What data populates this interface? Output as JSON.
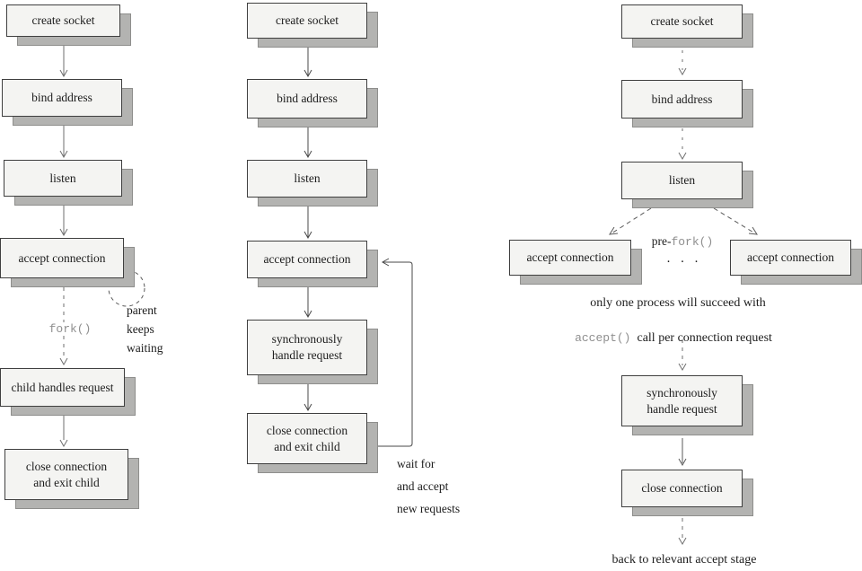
{
  "colors": {
    "box_fill": "#f4f4f2",
    "box_border": "#3f3f3f",
    "shadow_fill": "#b3b3b1",
    "arrow_dark": "#484848",
    "arrow_light": "#6f6f6f",
    "mono_gray": "#8f8f8f",
    "text": "#1c1c1c"
  },
  "col1": {
    "boxes": [
      "create socket",
      "bind address",
      "listen",
      "accept connection",
      "child handles request",
      "close connection\nand exit child"
    ],
    "fork_label": "fork()",
    "parent_note": "parent\nkeeps\nwaiting"
  },
  "col2": {
    "boxes": [
      "create socket",
      "bind address",
      "listen",
      "accept connection",
      "synchronously\nhandle request",
      "close connection\nand exit child"
    ],
    "wait_note": "wait for\nand accept\nnew requests"
  },
  "col3": {
    "boxes": [
      "create socket",
      "bind address",
      "listen",
      "accept connection",
      "accept connection",
      "synchronously\nhandle request",
      "close connection"
    ],
    "prefork_prefix": "pre-",
    "prefork_code": "fork()",
    "dots": ". . .",
    "note_line1": "only one process will succeed with",
    "note_code": "accept()",
    "note_rest": "call per connection request",
    "bottom_note": "back to relevant accept stage"
  }
}
